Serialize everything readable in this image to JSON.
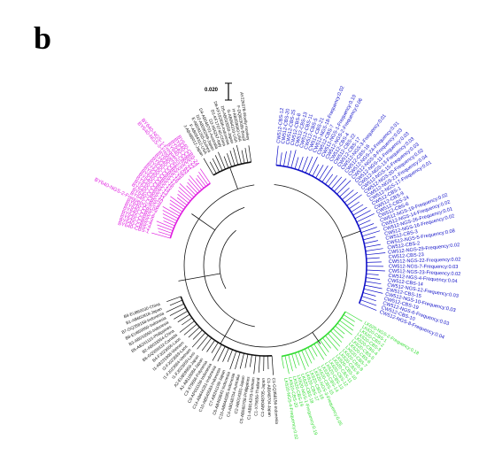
{
  "figure": {
    "panel_letter": "b",
    "scale_bar_label": "0.020"
  },
  "colors": {
    "blue": "#1010c8",
    "magenta": "#e020e0",
    "green": "#33dd33",
    "black": "#111111"
  },
  "clades": [
    {
      "id": "blue",
      "color": "#1010c8",
      "labels": [
        "CW512-CBS-12",
        "CW512-CBS-20",
        "CW512-CBS-25",
        "CW512-CBS-8",
        "CW512-CBS-13",
        "CW512-CBS-11",
        "CW512-CBS-5",
        "CW512-CBS-21",
        "CW512-NGS-18-Frequency:0.02",
        "CW512-CBS-7",
        "CW512-NGS-1-Frequency:0.10",
        "CW512-NGS-2-Frequency:0.06",
        "CW512-CBS-4",
        "CW512-CBS-22",
        "CW512-CBS-17",
        "CW512-NGS-3-Frequency:0.01",
        "CW512-CBS-16",
        "CW512-NGS-24-Frequency:0.01",
        "CW512-NGS-9-Frequency:0.03",
        "CW512-NGS-11-Frequency:0.03",
        "CW512-NGS-13-Frequency:0.03",
        "CW512-NGS-15-Frequency:0.03",
        "CW512-NGS-20-Frequency:0.02",
        "CW512-NGS-21-Frequency:0.04",
        "CW512-NGS-17-Frequency:0.01",
        "CW512-CBS-1",
        "CW512-CBS-9",
        "CW512-CBS-24",
        "CW512-CBS-6",
        "CW512-NGS-19-Frequency:0.02",
        "CW512-NGS-14-Frequency:0.02",
        "CW512-NGS-26-Frequency:0.01",
        "CW512-NGS-16-Frequency:0.02",
        "CW512-CBS-3",
        "CW512-NGS-5-Frequency:0.08",
        "CW512-CBS-2",
        "CW512-NGS-29-Frequency:0.02",
        "CW512-CBS-23",
        "CW512-NGS-22-Frequency:0.02",
        "CW512-NGS-7-Frequency:0.03",
        "CW512-NGS-23-Frequency:0.02",
        "CW512-NGS-4-Frequency:0.04",
        "CW512-CBS-14",
        "CW512-NGS-12-Frequency:0.03",
        "CW512-CBS-15",
        "CW512-NGS-10-Frequency:0.03",
        "CW512-CBS-19",
        "CW512-NGS-6-Frequency:0.03",
        "CW512-CBS-10",
        "CW512-NGS-8-Frequency:0.04"
      ]
    },
    {
      "id": "green",
      "color": "#33dd33",
      "labels": [
        "LK620-NGS-2-Frequency:0.18",
        "LK620-CBS-1",
        "LK620-CBS-2",
        "LK620-CBS-3",
        "LK620-CBS-4",
        "LK620-CBS-5",
        "LK620-CBS-6",
        "LK620-CBS-7",
        "LK620-CBS-8",
        "LK620-CBS-9",
        "LK620-CBS-10",
        "LK620-CBS-11",
        "LK620-CBS-12",
        "LK620-CBS-13",
        "LK620-CBS-14",
        "LK620-CBS-15",
        "LK620-NGS-3-Frequency:0.05",
        "LK620-CBS-16",
        "LK620-CBS-17",
        "LK620-CBS-18",
        "LK620-NGS-1-Frequency:0.19",
        "LK620-CBS-19",
        "LK620-CBS-20",
        "LK620-NGS-4-Frequency:0.02"
      ]
    },
    {
      "id": "magenta",
      "color": "#e020e0",
      "labels": [
        "BY640-CBS-1",
        "BY640-CBS-2",
        "BY640-CBS-3",
        "BY640-CBS-4",
        "BY640-CBS-5",
        "BY640-CBS-6",
        "BY640-CBS-7",
        "BY640-NGS-2-Frequency:0.05",
        "BY640-CBS-8",
        "BY640-CBS-9",
        "BY640-CBS-10",
        "BY640-CBS-11",
        "BY640-CBS-12",
        "BY640-CBS-13",
        "BY640-CBS-14",
        "BY640-CBS-15",
        "BY640-CBS-16",
        "BY640-CBS-17",
        "BY640-CBS-18",
        "BY640-CBS-19",
        "BY640-CBS-20",
        "BY640-NGS-3-Frequency:0.02",
        "BY640-NGS-1-Frequency:0.93",
        "BY640-CBS-21",
        "BY640-CBS-22",
        "BY640-CBS-23",
        "BY640-CBS-24"
      ]
    },
    {
      "id": "black",
      "color": "#111111",
      "labels": [
        "C1-GQ358156-Indonesia",
        "C1-AB048704-Japan",
        "C1-AB048705-Japan",
        "C1-X75656-Thailand",
        "C1-AB014370-Vietnam",
        "C5-AB560708-Philippines",
        "C2-AB014381-Japan",
        "C4-AB048704-Australia",
        "C15-AB644285-Indonesia",
        "C6-AB493842-Indonesia",
        "C7-AB241109-Japan",
        "C10-AB540583-Indonesia",
        "C14-AB644281-Indonesia",
        "C9-AP011108-Indonesia",
        "C3-X75656-Polynesia",
        "A1-AB116084-Japan",
        "A2-EU859958-Japan",
        "I1-FJ023659-Laos",
        "I1-FJ023664-Vietnam",
        "I2-FJ023669-Laos",
        "I1-AB231908-Vietnam",
        "B4-FJ023656-Laos",
        "B6-GQ359932-Canada",
        "B2-AB033554-China",
        "B5-AB241115-Philippines",
        "B3-AB033555-Indonesia",
        "B8-EU859950-Indonesia",
        "B7-GQ358158-Indonesia",
        "B1-AB602818-Japan",
        "B9-EU860030-China",
        "J-AB486012-Japan",
        "F-AB064312-USA",
        "E-AB091255-Guinea",
        "D2-AB090269-Japan",
        "D4-AB048701-Australia",
        "D3-X65257-Italy",
        "D1-KF170740-China",
        "D6-KF192836-Indonesia",
        "D5-AB033550-Japan",
        "G-AB064310-USA",
        "H-AB059660-USA",
        "F-DQ823095-Brazil",
        "AY226578-Woolly monkey"
      ]
    }
  ]
}
